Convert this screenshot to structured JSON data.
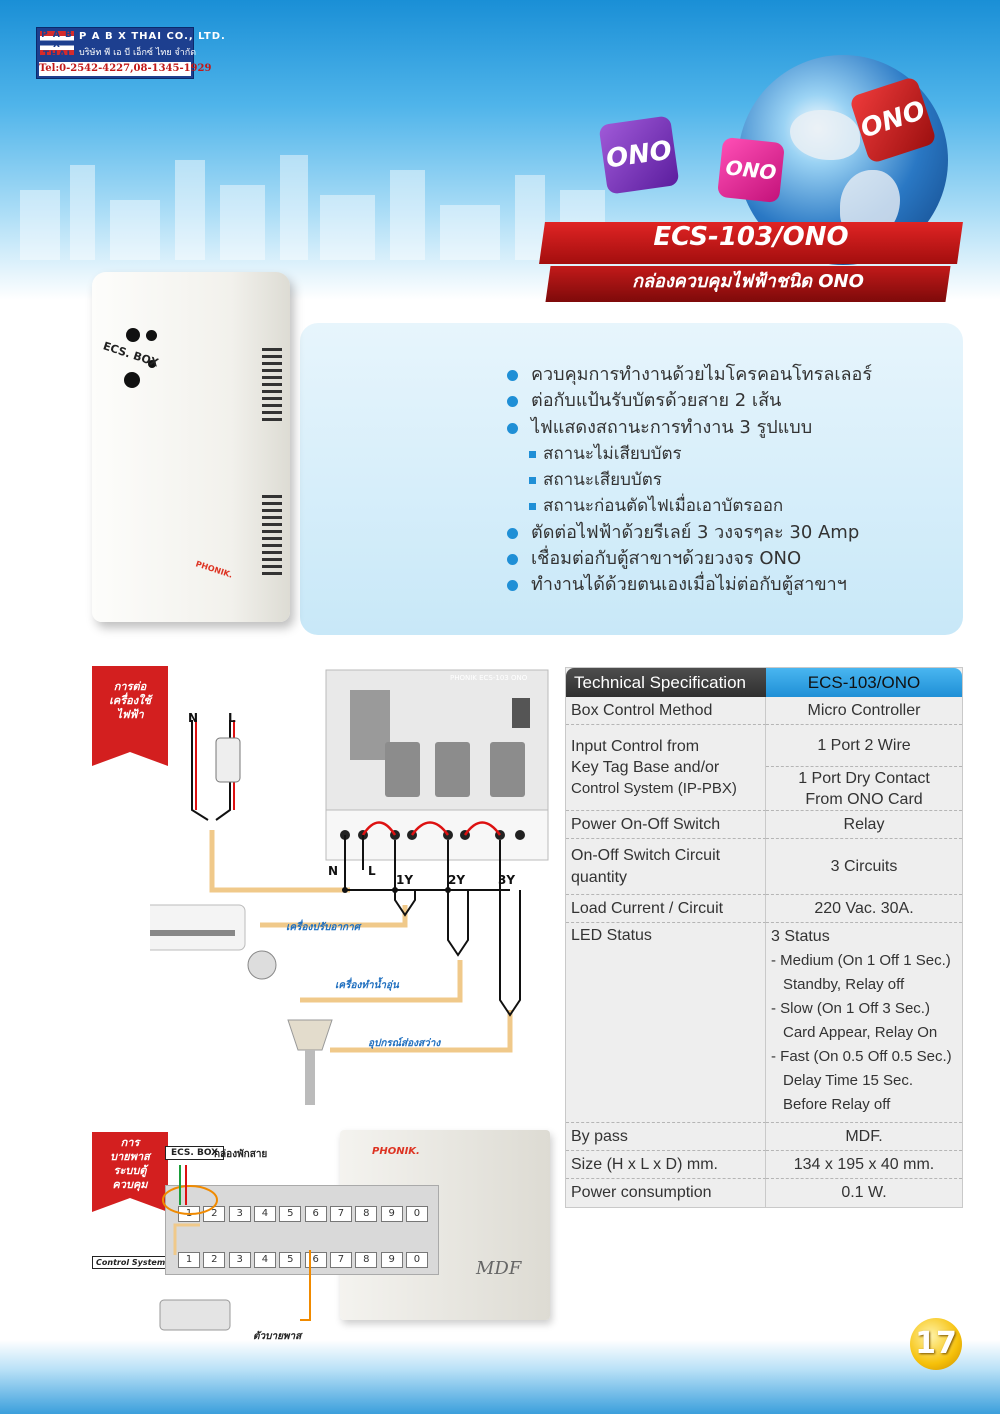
{
  "logo": {
    "mark": "P A B X THAI",
    "name": "P A B X THAI CO., LTD.",
    "thai_name": "บริษัท พี เอ บี เอ็กซ์ ไทย จำกัด",
    "tel": "Tel:0-2542-4227,08-1345-1929"
  },
  "cubes": [
    "ONO",
    "ONO",
    "ONO"
  ],
  "product": {
    "model": "ECS-103/ONO",
    "subtitle": "กล่องควบคุมไฟฟ้าชนิด ONO",
    "device_label": "ECS. BOX",
    "device_brand": "PHONIK."
  },
  "features": [
    "ควบคุมการทำงานด้วยไมโครคอนโทรลเลอร์",
    "ต่อกับแป้นรับบัตรด้วยสาย 2 เส้น",
    "ไฟแสดงสถานะการทำงาน 3 รูปแบบ",
    "สถานะไม่เสียบบัตร",
    "สถานะเสียบบัตร",
    "สถานะก่อนตัดไฟเมื่อเอาบัตรออก",
    "ตัดต่อไฟฟ้าด้วยรีเลย์ 3 วงจรๆละ 30 Amp",
    "เชื่อมต่อกับตู้สาขาฯด้วยวงจร ONO",
    "ทำงานได้ด้วยตนเองเมื่อไม่ต่อกับตู้สาขาฯ"
  ],
  "diagram1": {
    "tag": [
      "การต่อ",
      "เครื่องใช้",
      "ไฟฟ้า"
    ],
    "board_label": "PHONIK ECS-103 ONO",
    "terminals": [
      "N",
      "L",
      "1Y",
      "2Y",
      "3Y"
    ],
    "wire_labels": [
      "N",
      "L"
    ],
    "appliances": [
      "เครื่องปรับอากาศ",
      "เครื่องทำน้ำอุ่น",
      "อุปกรณ์ส่องสว่าง"
    ]
  },
  "diagram2": {
    "tag": [
      "การ",
      "บายพาส",
      "ระบบตู้",
      "ควบคุม"
    ],
    "ecs_box": "ECS. BOX",
    "junction": "กล่องพักสาย",
    "control_system": "Control System",
    "bypass": "ตัวบายพาส",
    "brand": "PHONIK.",
    "mdf": "MDF",
    "block_numbers": [
      "1",
      "2",
      "3",
      "4",
      "5",
      "6",
      "7",
      "8",
      "9",
      "0"
    ]
  },
  "spec": {
    "header_left": "Technical Specification",
    "header_right": "ECS-103/ONO",
    "box_control_label": "Box Control Method",
    "box_control_value": "Micro Controller",
    "input_label": [
      "Input Control  from",
      "Key Tag Base and/or",
      "Control System (IP-PBX)"
    ],
    "input_value_1": "1 Port 2 Wire",
    "input_value_2": [
      "1 Port Dry Contact",
      "From ONO Card"
    ],
    "power_switch_label": "Power On-Off Switch",
    "power_switch_value": "Relay",
    "circuit_label": [
      "On-Off Switch Circuit",
      "quantity"
    ],
    "circuit_value": "3 Circuits",
    "load_label": "Load Current / Circuit",
    "load_value": "220 Vac. 30A.",
    "led_label": "LED Status",
    "led_lines": [
      "3 Status",
      "- Medium (On 1 Off 1 Sec.)",
      "Standby, Relay off",
      "- Slow (On 1 Off 3 Sec.)",
      "Card Appear, Relay On",
      "- Fast (On 0.5 Off 0.5 Sec.)",
      "Delay Time 15 Sec.",
      "Before Relay off"
    ],
    "bypass_label": "By pass",
    "bypass_value": "MDF.",
    "size_label": "Size (H x L x D) mm.",
    "size_value": "134 x 195 x 40 mm.",
    "power_label": "Power consumption",
    "power_value": "0.1 W."
  },
  "page_number": "17"
}
